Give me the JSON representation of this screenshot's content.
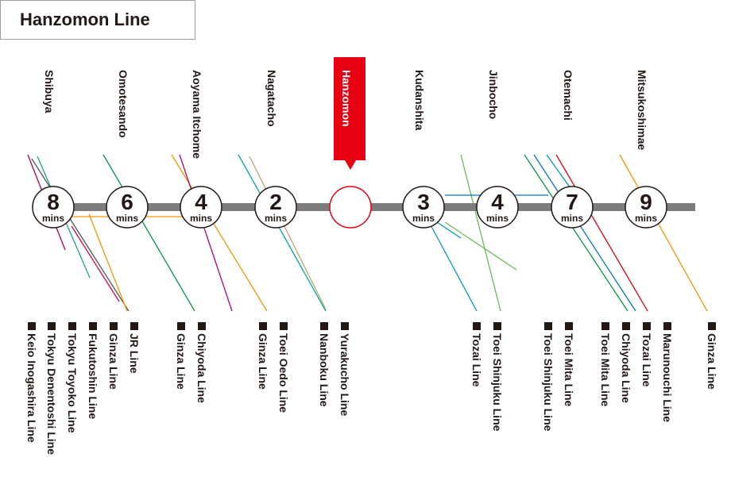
{
  "title": "Hanzomon Line",
  "current_station": "Hanzomon",
  "colors": {
    "main_line": "#7d7d7d",
    "highlight": "#e60012",
    "text": "#231815",
    "circle_border": "#231815"
  },
  "stations": [
    {
      "name": "Shibuya",
      "minutes": "8",
      "unit": "mins"
    },
    {
      "name": "Omotesando",
      "minutes": "6",
      "unit": "mins"
    },
    {
      "name": "Aoyama Itchome",
      "minutes": "4",
      "unit": "mins"
    },
    {
      "name": "Nagatacho",
      "minutes": "2",
      "unit": "mins"
    },
    {
      "name": "Hanzomon",
      "minutes": "",
      "unit": ""
    },
    {
      "name": "Kudanshita",
      "minutes": "3",
      "unit": "mins"
    },
    {
      "name": "Jinbocho",
      "minutes": "4",
      "unit": "mins"
    },
    {
      "name": "Otemachi",
      "minutes": "7",
      "unit": "mins"
    },
    {
      "name": "Mitsukoshimae",
      "minutes": "9",
      "unit": "mins"
    }
  ],
  "connections": [
    {
      "label": "Keio Inogashira Line",
      "station": "Shibuya",
      "color": "#b0005a"
    },
    {
      "label": "Tokyu Denentoshi Line",
      "station": "Shibuya",
      "color": "#20a288"
    },
    {
      "label": "Tokyu Toyoko Line",
      "station": "Shibuya",
      "color": "#da0442"
    },
    {
      "label": "Fukutoshin Line",
      "station": "Shibuya",
      "color": "#9c5e31"
    },
    {
      "label": "Ginza Line",
      "station": "Shibuya",
      "color": "#f39700"
    },
    {
      "label": "JR Line",
      "station": "Shibuya",
      "color": "#555555"
    },
    {
      "label": "Ginza Line",
      "station": "Omotesando",
      "color": "#f39700"
    },
    {
      "label": "Chiyoda Line",
      "station": "Omotesando",
      "color": "#009944"
    },
    {
      "label": "Ginza Line",
      "station": "Aoyama Itchome",
      "color": "#f39700"
    },
    {
      "label": "Toei Oedo Line",
      "station": "Aoyama Itchome",
      "color": "#b6007a"
    },
    {
      "label": "Nanboku Line",
      "station": "Nagatacho",
      "color": "#00ac9b"
    },
    {
      "label": "Yurakucho Line",
      "station": "Nagatacho",
      "color": "#c1a470"
    },
    {
      "label": "Tozai Line",
      "station": "Kudanshita",
      "color": "#009bbf"
    },
    {
      "label": "Toei Shinjuku Line",
      "station": "Kudanshita",
      "color": "#6cbb5a"
    },
    {
      "label": "Toei Shinjuku Line",
      "station": "Jinbocho",
      "color": "#6cbb5a"
    },
    {
      "label": "Toei Mita Line",
      "station": "Jinbocho",
      "color": "#0079c2"
    },
    {
      "label": "Toei Mita Line",
      "station": "Otemachi",
      "color": "#0079c2"
    },
    {
      "label": "Chiyoda Line",
      "station": "Otemachi",
      "color": "#009944"
    },
    {
      "label": "Tozai Line",
      "station": "Otemachi",
      "color": "#009bbf"
    },
    {
      "label": "Marunouchi Line",
      "station": "Otemachi",
      "color": "#e60012"
    },
    {
      "label": "Ginza Line",
      "station": "Mitsukoshimae",
      "color": "#f39700"
    }
  ]
}
